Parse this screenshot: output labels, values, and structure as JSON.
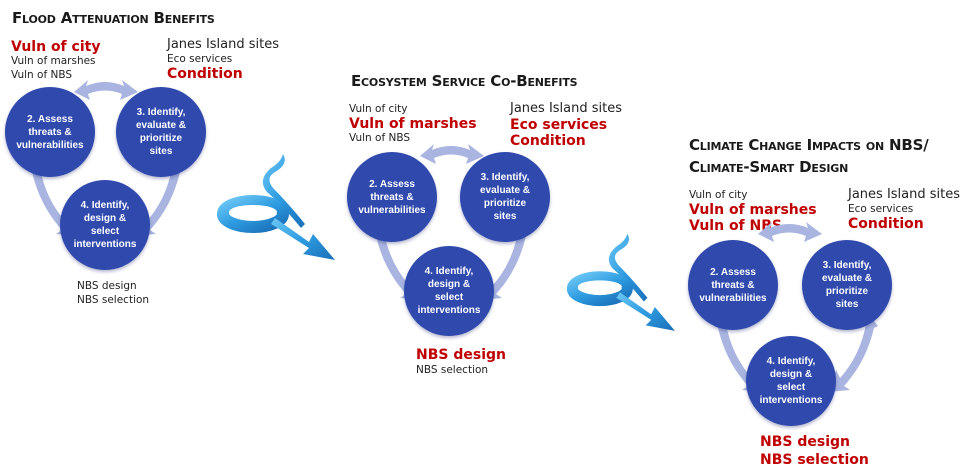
{
  "colors": {
    "circle": "#2f49ad",
    "arrow": "#a9b5e0",
    "highlight": "#c00000",
    "ribbon": "#2d9be0"
  },
  "steps": {
    "assess": "2. Assess\nthreats &\nvulnerabilities",
    "identify_sites": "3. Identify,\nevaluate &\nprioritize\nsites",
    "interventions": "4. Identify,\ndesign &\nselect\ninterventions"
  },
  "panels": [
    {
      "title_lines": [
        "Flood Attenuation Benefits"
      ],
      "left_labels": [
        {
          "text": "Vuln of city",
          "highlight": true
        },
        {
          "text": "Vuln of marshes",
          "highlight": false
        },
        {
          "text": "Vuln of NBS",
          "highlight": false
        }
      ],
      "right_labels": [
        {
          "text": "Janes Island sites",
          "highlight": false
        },
        {
          "text": "Eco services",
          "highlight": false
        },
        {
          "text": "Condition",
          "highlight": true
        }
      ],
      "bottom_labels": [
        {
          "text": "NBS design",
          "highlight": false
        },
        {
          "text": "NBS selection",
          "highlight": false
        }
      ]
    },
    {
      "title_lines": [
        "Ecosystem Service Co-Benefits"
      ],
      "left_labels": [
        {
          "text": "Vuln of city",
          "highlight": false
        },
        {
          "text": "Vuln of marshes",
          "highlight": true
        },
        {
          "text": "Vuln of NBS",
          "highlight": false
        }
      ],
      "right_labels": [
        {
          "text": "Janes Island sites",
          "highlight": false
        },
        {
          "text": "Eco services",
          "highlight": true
        },
        {
          "text": "Condition",
          "highlight": true
        }
      ],
      "bottom_labels": [
        {
          "text": "NBS design",
          "highlight": true
        },
        {
          "text": "NBS selection",
          "highlight": false
        }
      ]
    },
    {
      "title_lines": [
        "Climate Change Impacts on NBS/",
        "Climate-Smart Design"
      ],
      "left_labels": [
        {
          "text": "Vuln of city",
          "highlight": false
        },
        {
          "text": "Vuln of marshes",
          "highlight": true
        },
        {
          "text": "Vuln of NBS",
          "highlight": true
        }
      ],
      "right_labels": [
        {
          "text": "Janes Island sites",
          "highlight": false
        },
        {
          "text": "Eco services",
          "highlight": false
        },
        {
          "text": "Condition",
          "highlight": true
        }
      ],
      "bottom_labels": [
        {
          "text": "NBS design",
          "highlight": true
        },
        {
          "text": "NBS selection",
          "highlight": true
        }
      ]
    }
  ],
  "connectors": [
    {
      "icon": "spiral-arrow-icon"
    },
    {
      "icon": "spiral-arrow-icon"
    }
  ]
}
